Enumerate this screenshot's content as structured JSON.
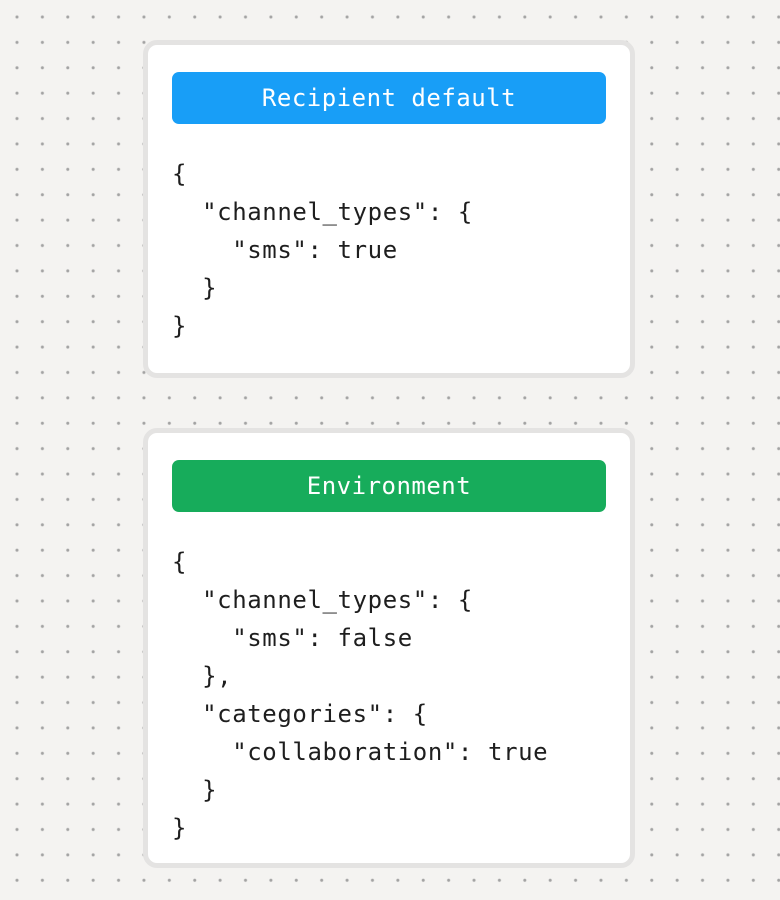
{
  "page": {
    "background_color": "#F4F3F1",
    "dot_color": "#A3A3A3",
    "card_border_color": "#E4E3E2",
    "card_background": "#FFFFFF",
    "code_text_color": "#1E1E1E"
  },
  "cards": [
    {
      "badge": {
        "label": "Recipient default",
        "color": "#189EF7",
        "text_color": "#FFFFFF"
      },
      "code": "{\n  \"channel_types\": {\n    \"sms\": true\n  }\n}"
    },
    {
      "badge": {
        "label": "Environment",
        "color": "#17AC5B",
        "text_color": "#FFFFFF"
      },
      "code": "{\n  \"channel_types\": {\n    \"sms\": false\n  },\n  \"categories\": {\n    \"collaboration\": true\n  }\n}"
    }
  ]
}
